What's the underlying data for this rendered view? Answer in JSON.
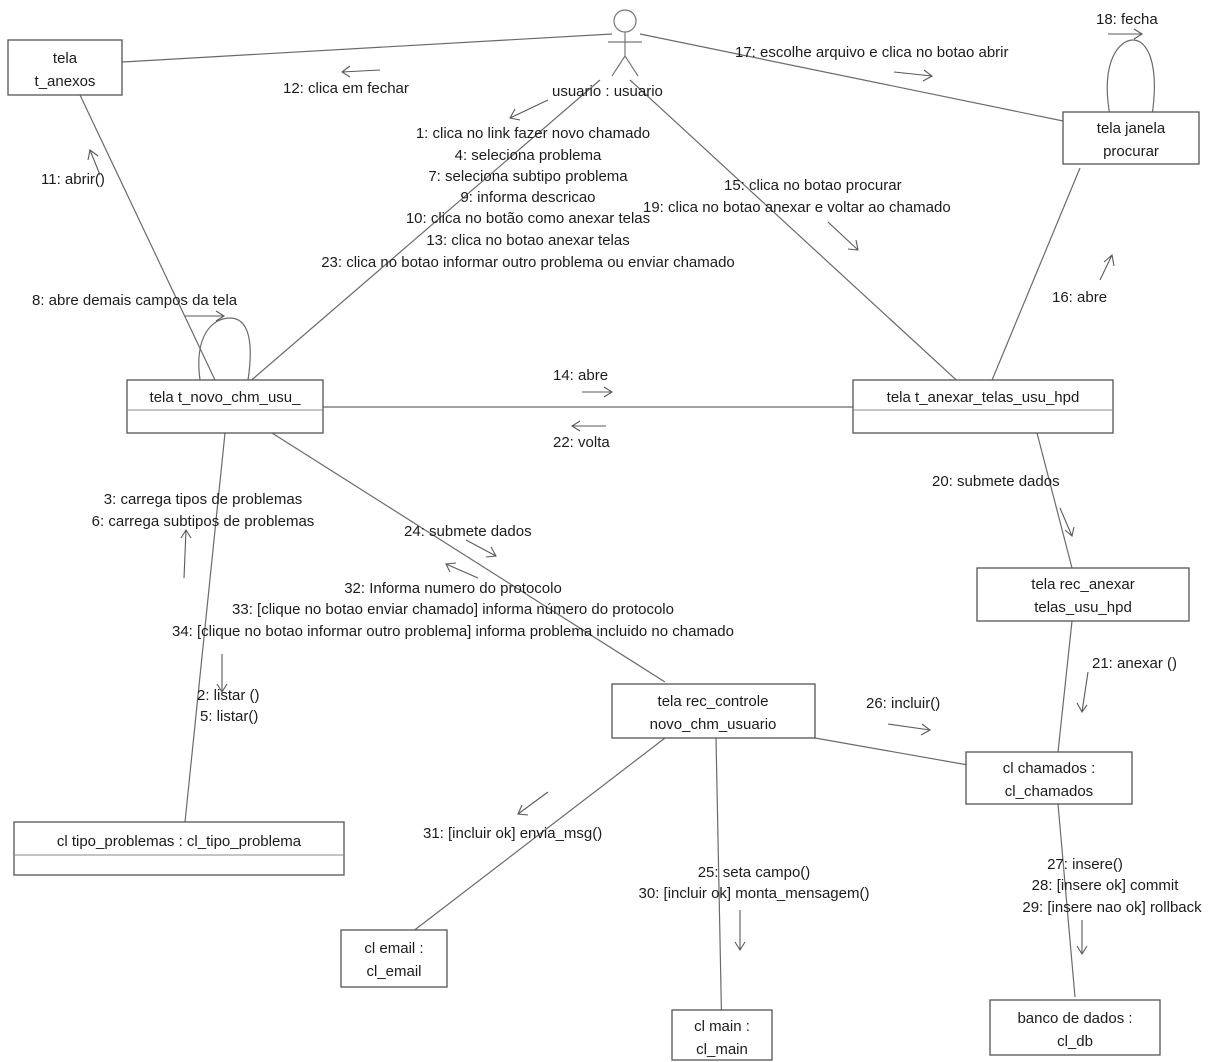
{
  "actor": {
    "name": "usuario : usuario"
  },
  "objects": {
    "t_anexos": [
      "tela",
      "t_anexos"
    ],
    "janela_procurar": [
      "tela janela",
      "procurar"
    ],
    "novo_chm": [
      "tela t_novo_chm_usu_"
    ],
    "anexar_telas": [
      "tela t_anexar_telas_usu_hpd"
    ],
    "rec_anexar": [
      "tela rec_anexar",
      "telas_usu_hpd"
    ],
    "rec_controle": [
      "tela rec_controle",
      "novo_chm_usuario"
    ],
    "chamados": [
      "cl chamados :",
      "cl_chamados"
    ],
    "tipo_problemas": [
      "cl tipo_problemas : cl_tipo_problema"
    ],
    "email": [
      "cl email :",
      "cl_email"
    ],
    "main": [
      "cl main :",
      "cl_main"
    ],
    "banco": [
      "banco de dados :",
      "cl_db"
    ]
  },
  "messages": {
    "m18": "18: fecha",
    "m17": "17: escolhe arquivo e clica no botao abrir",
    "m12": "12: clica em fechar",
    "m11": "11: abrir()",
    "m1": "1: clica no link fazer novo chamado",
    "m4": "4: seleciona problema",
    "m7": "7: seleciona subtipo problema",
    "m9": "9: informa descricao",
    "m10": "10: clica no botão como anexar telas",
    "m13": "13: clica no botao anexar telas",
    "m23": "23: clica no botao informar outro problema ou enviar chamado",
    "m15": "15: clica no botao procurar",
    "m19": "19: clica no botao anexar e voltar ao chamado",
    "m16": "16: abre",
    "m8": "8: abre demais campos da tela",
    "m14": "14: abre",
    "m22": "22: volta",
    "m20": "20: submete dados",
    "m3": "3: carrega tipos de problemas",
    "m6": "6: carrega subtipos de problemas",
    "m24": "24: submete dados",
    "m32": "32: Informa numero do protocolo",
    "m33": "33: [clique no botao enviar chamado] informa número do protocolo",
    "m34": "34: [clique no botao informar outro problema] informa problema incluido no chamado",
    "m21": "21: anexar ()",
    "m2": "2: listar ()",
    "m5": "5: listar()",
    "m26": "26: incluir()",
    "m31": "31: [incluir ok] envia_msg()",
    "m25": "25: seta campo()",
    "m30": "30: [incluir ok] monta_mensagem()",
    "m27": "27: insere()",
    "m28": "28: [insere ok] commit",
    "m29": "29: [insere nao ok] rollback"
  }
}
